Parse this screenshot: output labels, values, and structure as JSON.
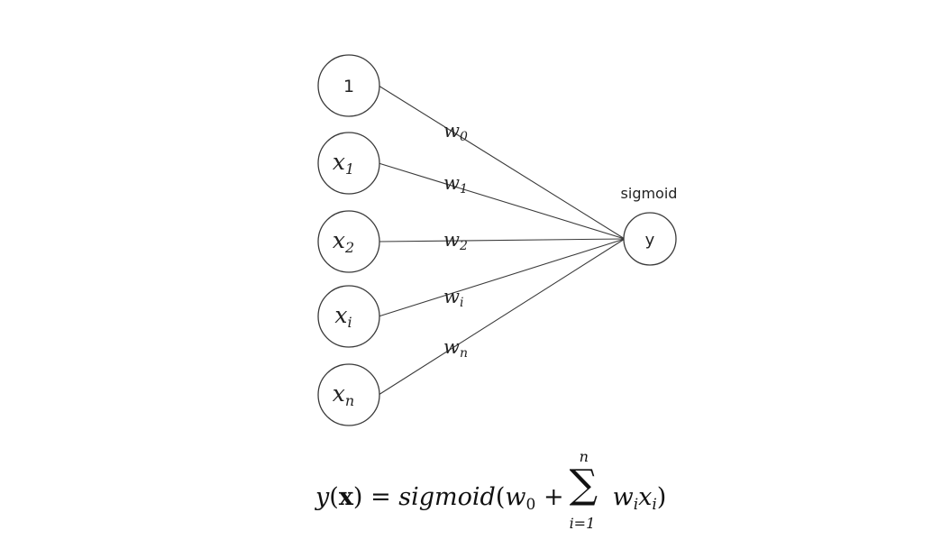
{
  "inputs": [
    {
      "base": "1",
      "sub": ""
    },
    {
      "base": "x",
      "sub": "1"
    },
    {
      "base": "x",
      "sub": "2"
    },
    {
      "base": "x",
      "sub": "i"
    },
    {
      "base": "x",
      "sub": "n"
    }
  ],
  "weights": [
    {
      "base": "w",
      "sub": "0"
    },
    {
      "base": "w",
      "sub": "1"
    },
    {
      "base": "w",
      "sub": "2"
    },
    {
      "base": "w",
      "sub": "i"
    },
    {
      "base": "w",
      "sub": "n"
    }
  ],
  "output": {
    "label": "y",
    "activation_label": "sigmoid"
  },
  "formula": {
    "lhs_func": "y",
    "lhs_open": "(",
    "lhs_arg": "x",
    "lhs_close": ")",
    "equals": "=",
    "rhs_func": "sigmoid",
    "rhs_open": "(",
    "bias_base": "w",
    "bias_sub": "0",
    "plus": "+",
    "sum_symbol": "∑",
    "sum_upper": "n",
    "sum_lower": "i=1",
    "term_w": "w",
    "term_w_sub": "i",
    "term_x": "x",
    "term_x_sub": "i",
    "rhs_close": ")"
  }
}
